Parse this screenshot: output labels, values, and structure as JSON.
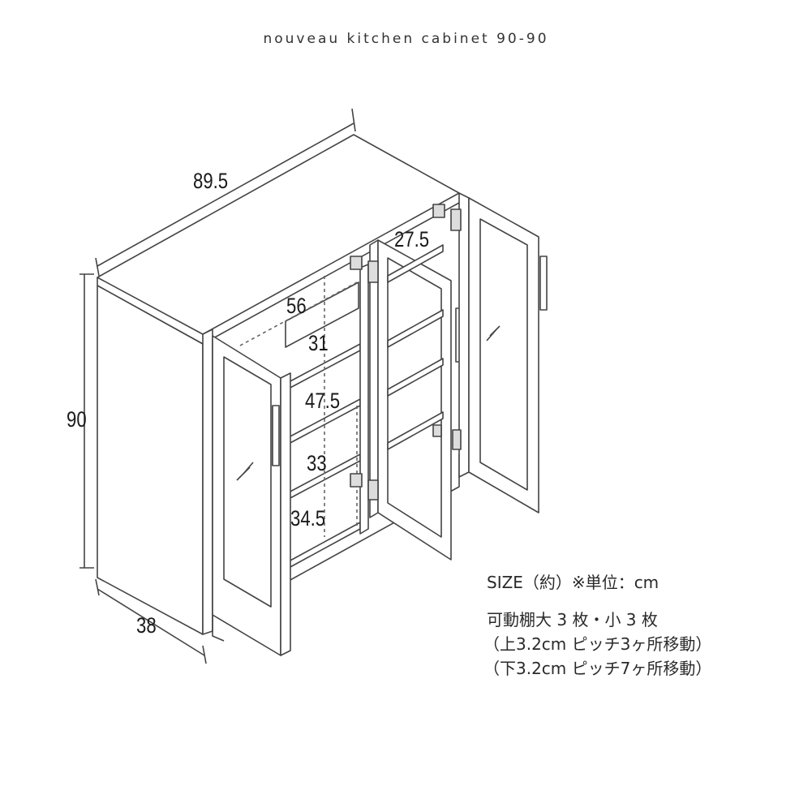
{
  "title": "nouveau kitchen cabinet 90-90",
  "dimensions": {
    "width": "89.5",
    "height": "90",
    "depth": "38",
    "upper_shelf": "27.5",
    "shelf_1": "56",
    "shelf_2": "31",
    "shelf_3": "47.5",
    "shelf_4": "33",
    "shelf_5": "34.5"
  },
  "spec": {
    "size_line": "SIZE（約）※単位：cm",
    "shelves_line": "可動棚大 3 枚・小 3 枚",
    "upper_pitch": "（上3.2cm ピッチ3ヶ所移動）",
    "lower_pitch": "（下3.2cm ピッチ7ヶ所移動）"
  }
}
